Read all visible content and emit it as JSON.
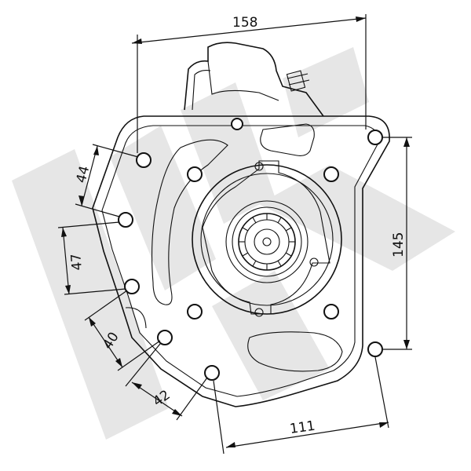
{
  "dimensions": {
    "top_width": "158",
    "right_height": "145",
    "bottom_width": "111",
    "left_44": "44",
    "left_47": "47",
    "left_40": "40",
    "left_42": "42"
  },
  "colors": {
    "line": "#111111",
    "watermark": "#e6e6e6",
    "background": "#ffffff"
  }
}
